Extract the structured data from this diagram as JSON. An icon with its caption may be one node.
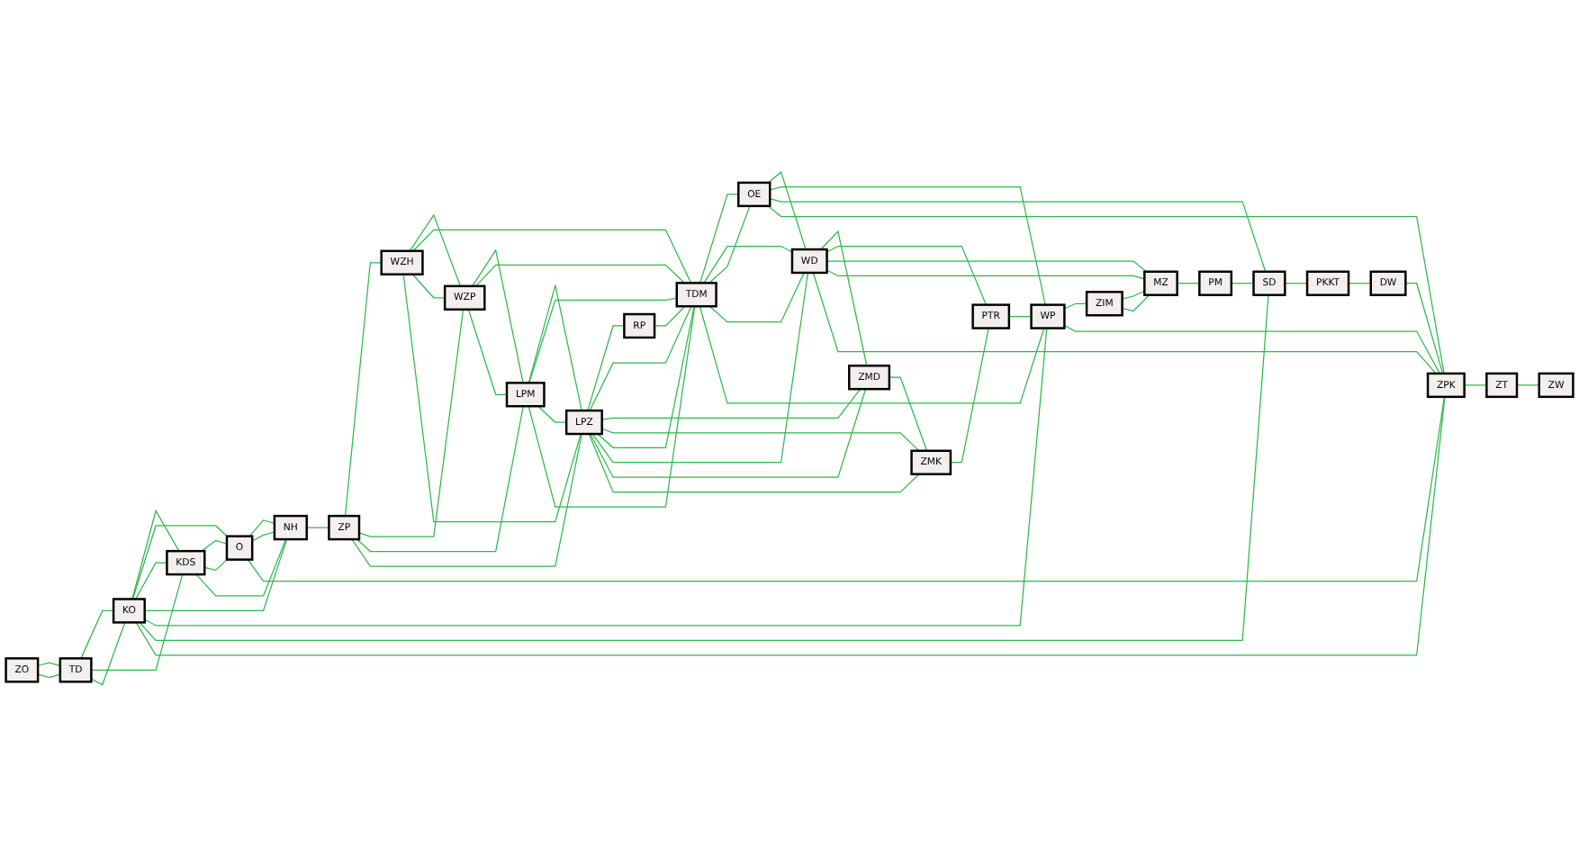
{
  "diagram": {
    "nodes": [
      {
        "text": [
          "ZO"
        ]
      },
      {
        "text": [
          "TD"
        ]
      },
      {
        "text": [
          "KO"
        ]
      },
      {
        "text": [
          "KDS"
        ]
      },
      {
        "text": [
          "O"
        ]
      },
      {
        "text": [
          "NH"
        ]
      },
      {
        "text": [
          "ZP"
        ]
      },
      {
        "text": [
          "WZH"
        ]
      },
      {
        "text": [
          "WZP"
        ]
      },
      {
        "text": [
          "LPM"
        ]
      },
      {
        "text": [
          "LPZ"
        ]
      },
      {
        "text": [
          "RP"
        ]
      },
      {
        "text": [
          "TDM"
        ]
      },
      {
        "text": [
          "OE"
        ]
      },
      {
        "text": [
          "WD"
        ]
      },
      {
        "text": [
          "ZMD"
        ]
      },
      {
        "text": [
          "ZMK"
        ]
      },
      {
        "text": [
          "PTR"
        ]
      },
      {
        "text": [
          "WP"
        ]
      },
      {
        "text": [
          "ZIM"
        ]
      },
      {
        "text": [
          "MZ"
        ]
      },
      {
        "text": [
          "PM"
        ]
      },
      {
        "text": [
          "SD"
        ]
      },
      {
        "text": [
          "PKKT"
        ]
      },
      {
        "text": [
          "DW"
        ]
      },
      {
        "text": [
          "ZPK"
        ]
      },
      {
        "text": [
          "ZT"
        ]
      },
      {
        "text": [
          "ZW"
        ]
      }
    ],
    "edges": [
      {
        "from": 0,
        "to": 1,
        "arrow": "none"
      },
      {
        "from": 1,
        "to": 0,
        "arrow": "none"
      },
      {
        "from": 1,
        "to": 2,
        "arrow": "none"
      },
      {
        "from": 1,
        "to": 3,
        "arrow": "none"
      },
      {
        "from": 2,
        "to": 1,
        "arrow": "none"
      },
      {
        "from": 2,
        "to": 3,
        "arrow": "none"
      },
      {
        "from": 2,
        "to": 4,
        "arrow": "none"
      },
      {
        "from": 3,
        "to": 2,
        "arrow": "none"
      },
      {
        "from": 3,
        "to": 4,
        "arrow": "none"
      },
      {
        "from": 4,
        "to": 3,
        "arrow": "none"
      },
      {
        "from": 4,
        "to": 5,
        "arrow": "none"
      },
      {
        "from": 5,
        "to": 2,
        "arrow": "none"
      },
      {
        "from": 5,
        "to": 3,
        "arrow": "none"
      },
      {
        "from": 5,
        "to": 4,
        "arrow": "none"
      },
      {
        "from": 5,
        "to": 6,
        "arrow": "none"
      },
      {
        "from": 6,
        "to": 7,
        "arrow": "none"
      },
      {
        "from": 6,
        "to": 8,
        "arrow": "none"
      },
      {
        "from": 6,
        "to": 9,
        "arrow": "none"
      },
      {
        "from": 6,
        "to": 10,
        "arrow": "none"
      },
      {
        "from": 7,
        "to": 8,
        "arrow": "none"
      },
      {
        "from": 7,
        "to": 12,
        "arrow": "none"
      },
      {
        "from": 8,
        "to": 7,
        "arrow": "none"
      },
      {
        "from": 8,
        "to": 9,
        "arrow": "none"
      },
      {
        "from": 8,
        "to": 12,
        "arrow": "none"
      },
      {
        "from": 9,
        "to": 8,
        "arrow": "none"
      },
      {
        "from": 9,
        "to": 10,
        "arrow": "none"
      },
      {
        "from": 9,
        "to": 12,
        "arrow": "none"
      },
      {
        "from": 10,
        "to": 7,
        "arrow": "none"
      },
      {
        "from": 10,
        "to": 9,
        "arrow": "none"
      },
      {
        "from": 10,
        "to": 11,
        "arrow": "none"
      },
      {
        "from": 10,
        "to": 12,
        "arrow": "none"
      },
      {
        "from": 10,
        "to": 15,
        "arrow": "none"
      },
      {
        "from": 10,
        "to": 16,
        "arrow": "none"
      },
      {
        "from": 11,
        "to": 12,
        "arrow": "none"
      },
      {
        "from": 12,
        "to": 9,
        "arrow": "none"
      },
      {
        "from": 12,
        "to": 10,
        "arrow": "none"
      },
      {
        "from": 12,
        "to": 13,
        "arrow": "none"
      },
      {
        "from": 12,
        "to": 14,
        "arrow": "none"
      },
      {
        "from": 13,
        "to": 12,
        "arrow": "none"
      },
      {
        "from": 13,
        "to": 14,
        "arrow": "none"
      },
      {
        "from": 14,
        "to": 10,
        "arrow": "none"
      },
      {
        "from": 14,
        "to": 12,
        "arrow": "none"
      },
      {
        "from": 14,
        "to": 15,
        "arrow": "none"
      },
      {
        "from": 14,
        "to": 17,
        "arrow": "none"
      },
      {
        "from": 14,
        "to": 20,
        "arrow": "none"
      },
      {
        "from": 15,
        "to": 10,
        "arrow": "none"
      },
      {
        "from": 15,
        "to": 16,
        "arrow": "none"
      },
      {
        "from": 16,
        "to": 10,
        "arrow": "none"
      },
      {
        "from": 16,
        "to": 17,
        "arrow": "none"
      },
      {
        "from": 17,
        "to": 18,
        "arrow": "none"
      },
      {
        "from": 18,
        "to": 2,
        "arrow": "none"
      },
      {
        "from": 18,
        "to": 12,
        "arrow": "none"
      },
      {
        "from": 18,
        "to": 13,
        "arrow": "none"
      },
      {
        "from": 18,
        "to": 19,
        "arrow": "none"
      },
      {
        "from": 19,
        "to": 20,
        "arrow": "none"
      },
      {
        "from": 20,
        "to": 14,
        "arrow": "none"
      },
      {
        "from": 20,
        "to": 19,
        "arrow": "none"
      },
      {
        "from": 20,
        "to": 21,
        "arrow": "none"
      },
      {
        "from": 21,
        "to": 22,
        "arrow": "none"
      },
      {
        "from": 22,
        "to": 2,
        "arrow": "none"
      },
      {
        "from": 22,
        "to": 13,
        "arrow": "none"
      },
      {
        "from": 22,
        "to": 23,
        "arrow": "none"
      },
      {
        "from": 23,
        "to": 24,
        "arrow": "none"
      },
      {
        "from": 24,
        "to": 25,
        "arrow": "none"
      },
      {
        "from": 25,
        "to": 2,
        "arrow": "none"
      },
      {
        "from": 25,
        "to": 4,
        "arrow": "none"
      },
      {
        "from": 25,
        "to": 13,
        "arrow": "none"
      },
      {
        "from": 25,
        "to": 14,
        "arrow": "none"
      },
      {
        "from": 25,
        "to": 18,
        "arrow": "none"
      },
      {
        "from": 25,
        "to": 26,
        "arrow": "none"
      },
      {
        "from": 26,
        "to": 27,
        "arrow": "none"
      }
    ]
  }
}
